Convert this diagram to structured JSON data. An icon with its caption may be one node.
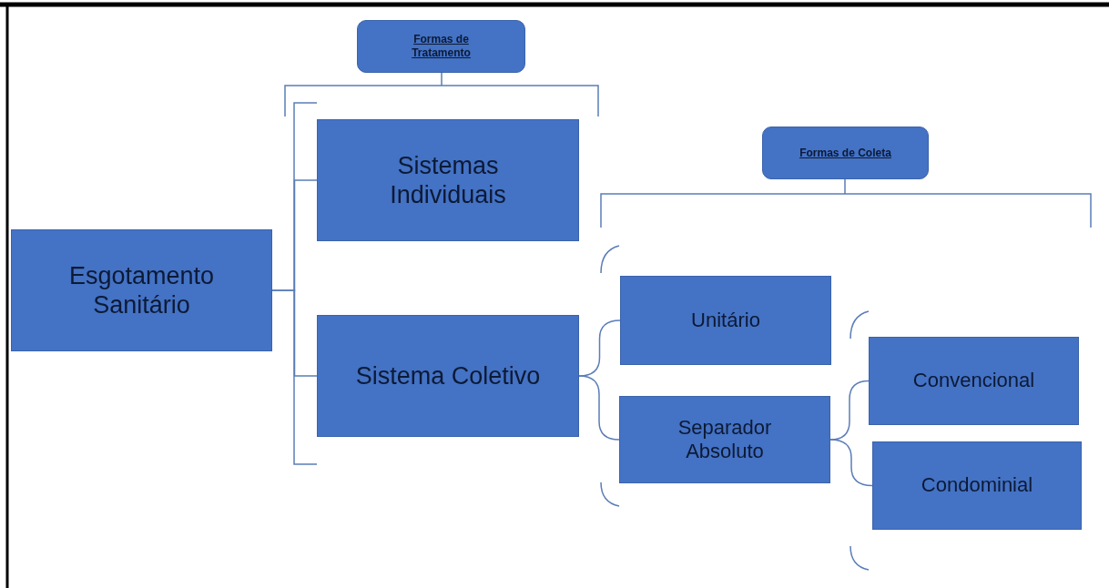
{
  "diagram": {
    "nodes": [
      {
        "text": [
          "Formas de Tratamento"
        ]
      },
      {
        "text": [
          "Esgotamento Sanitário"
        ]
      },
      {
        "text": [
          "Sistemas Individuais"
        ]
      },
      {
        "text": [
          "Sistema Coletivo"
        ]
      },
      {
        "text": [
          "Formas de Coleta"
        ]
      },
      {
        "text": [
          "Unitário"
        ]
      },
      {
        "text": [
          "Separador Absoluto"
        ]
      },
      {
        "text": [
          "Convencional"
        ]
      },
      {
        "text": [
          "Condominial"
        ]
      }
    ],
    "edges": [
      {
        "from": 1,
        "to": 2,
        "arrow": "none"
      },
      {
        "from": 1,
        "to": 3,
        "arrow": "none"
      },
      {
        "from": 3,
        "to": 5,
        "arrow": "none"
      },
      {
        "from": 3,
        "to": 6,
        "arrow": "none"
      },
      {
        "from": 6,
        "to": 7,
        "arrow": "none"
      },
      {
        "from": 6,
        "to": 8,
        "arrow": "none"
      }
    ]
  }
}
